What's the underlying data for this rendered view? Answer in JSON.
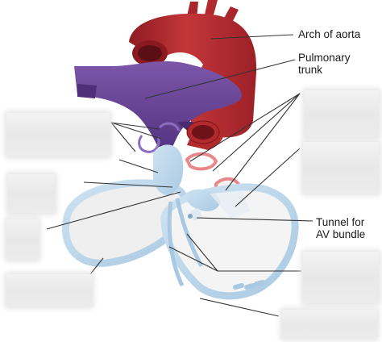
{
  "labels": {
    "arch_of_aorta": "Arch of aorta",
    "pulmonary_trunk": [
      "Pulmonary",
      "trunk"
    ],
    "tunnel_for_av_bundle": [
      "Tunnel for",
      "AV bundle"
    ]
  },
  "colors": {
    "aorta": "#b32a2e",
    "pulmonary_trunk": "#6a4596",
    "fibrous_ring": "#b8d5ea",
    "leader_line": "#333333",
    "label_mask": "#ebebeb"
  },
  "hidden_labels": 8
}
